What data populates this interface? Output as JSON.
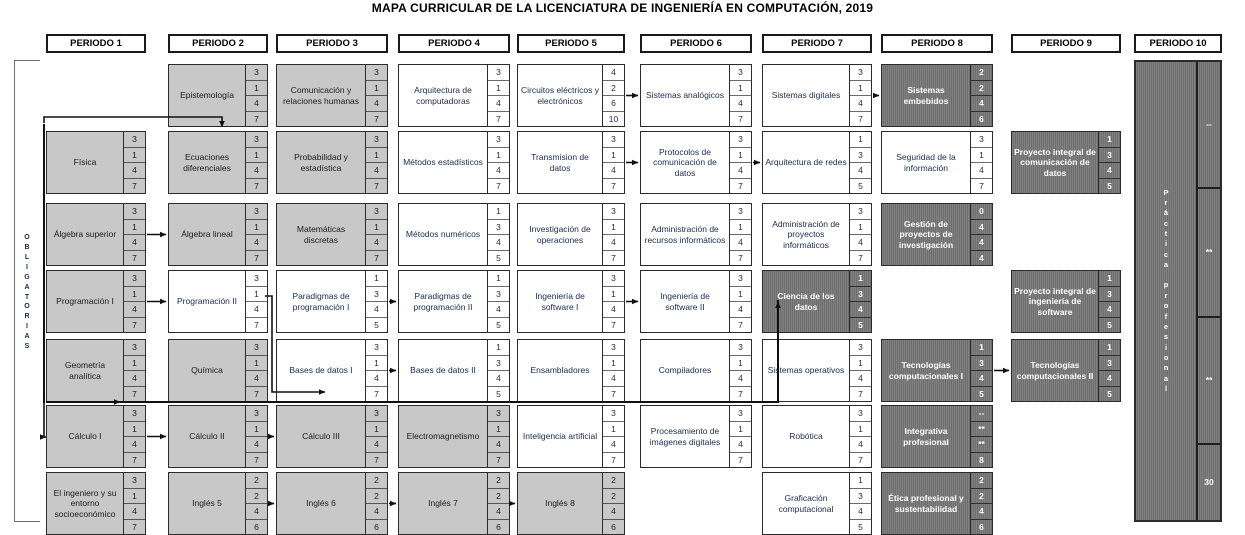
{
  "title": "MAPA CURRICULAR DE LA LICENCIATURA DE INGENIERÍA EN COMPUTACIÓN, 2019",
  "periods": [
    {
      "label": "PERIODO 1"
    },
    {
      "label": "PERIODO 2"
    },
    {
      "label": "PERIODO 3"
    },
    {
      "label": "PERIODO 4"
    },
    {
      "label": "PERIODO 5"
    },
    {
      "label": "PERIODO 6"
    },
    {
      "label": "PERIODO 7"
    },
    {
      "label": "PERIODO 8"
    },
    {
      "label": "PERIODO 9"
    },
    {
      "label": "PERIODO 10"
    }
  ],
  "obligatorias_label": "OBLIGATORIAS",
  "obligatorias_letters": [
    "O",
    "B",
    "L",
    "I",
    "G",
    "A",
    "T",
    "O",
    "R",
    "I",
    "A",
    "S"
  ],
  "practica": {
    "name": "Práctica profesional",
    "letters": [
      "P",
      "r",
      "á",
      "c",
      "t",
      "i",
      "c",
      "a",
      "",
      "p",
      "r",
      "o",
      "f",
      "e",
      "s",
      "i",
      "o",
      "n",
      "a",
      "l"
    ],
    "credits": [
      "--",
      "**",
      "**",
      "30"
    ]
  },
  "courses": [
    {
      "id": "epistemologia",
      "name": "Epistemología",
      "period": 2,
      "row": 1,
      "fill": "gray",
      "credits": [
        "3",
        "1",
        "4",
        "7"
      ]
    },
    {
      "id": "comunicacion",
      "name": "Comunicación y relaciones humanas",
      "period": 3,
      "row": 1,
      "fill": "gray",
      "credits": [
        "3",
        "1",
        "4",
        "7"
      ]
    },
    {
      "id": "arq-computadoras",
      "name": "Arquitectura de computadoras",
      "period": 4,
      "row": 1,
      "fill": "white",
      "credits": [
        "3",
        "1",
        "4",
        "7"
      ]
    },
    {
      "id": "circuitos",
      "name": "Circuitos eléctricos y electrónicos",
      "period": 5,
      "row": 1,
      "fill": "white",
      "credits": [
        "4",
        "2",
        "6",
        "10"
      ]
    },
    {
      "id": "sist-analogicos",
      "name": "Sistemas analógicos",
      "period": 6,
      "row": 1,
      "fill": "white",
      "credits": [
        "3",
        "1",
        "4",
        "7"
      ]
    },
    {
      "id": "sist-digitales",
      "name": "Sistemas digitales",
      "period": 7,
      "row": 1,
      "fill": "white",
      "credits": [
        "3",
        "1",
        "4",
        "7"
      ]
    },
    {
      "id": "sist-embebidos",
      "name": "Sistemas embebidos",
      "period": 8,
      "row": 1,
      "fill": "dark",
      "credits": [
        "2",
        "2",
        "4",
        "6"
      ]
    },
    {
      "id": "fisica",
      "name": "Física",
      "period": 1,
      "row": 2,
      "fill": "gray",
      "credits": [
        "3",
        "1",
        "4",
        "7"
      ]
    },
    {
      "id": "ecuaciones",
      "name": "Ecuaciones diferenciales",
      "period": 2,
      "row": 2,
      "fill": "gray",
      "credits": [
        "3",
        "1",
        "4",
        "7"
      ]
    },
    {
      "id": "probabilidad",
      "name": "Probabilidad y estadística",
      "period": 3,
      "row": 2,
      "fill": "gray",
      "credits": [
        "3",
        "1",
        "4",
        "7"
      ]
    },
    {
      "id": "met-estadisticos",
      "name": "Métodos estadísticos",
      "period": 4,
      "row": 2,
      "fill": "white",
      "credits": [
        "3",
        "1",
        "4",
        "7"
      ]
    },
    {
      "id": "transmision",
      "name": "Transmision de datos",
      "period": 5,
      "row": 2,
      "fill": "white",
      "credits": [
        "3",
        "1",
        "4",
        "7"
      ]
    },
    {
      "id": "protocolos",
      "name": "Protocolos de comunicación de datos",
      "period": 6,
      "row": 2,
      "fill": "white",
      "credits": [
        "3",
        "1",
        "4",
        "7"
      ]
    },
    {
      "id": "arq-redes",
      "name": "Arquitectura de redes",
      "period": 7,
      "row": 2,
      "fill": "white",
      "credits": [
        "1",
        "3",
        "4",
        "5"
      ]
    },
    {
      "id": "seguridad",
      "name": "Seguridad de la información",
      "period": 8,
      "row": 2,
      "fill": "white",
      "credits": [
        "3",
        "1",
        "4",
        "7"
      ]
    },
    {
      "id": "proy-comunicacion",
      "name": "Proyecto integral de comunicación de datos",
      "period": 9,
      "row": 2,
      "fill": "dark",
      "credits": [
        "1",
        "3",
        "4",
        "5"
      ]
    },
    {
      "id": "algebra-superior",
      "name": "Álgebra superior",
      "period": 1,
      "row": 3,
      "fill": "gray",
      "credits": [
        "3",
        "1",
        "4",
        "7"
      ]
    },
    {
      "id": "algebra-lineal",
      "name": "Álgebra lineal",
      "period": 2,
      "row": 3,
      "fill": "gray",
      "credits": [
        "3",
        "1",
        "4",
        "7"
      ]
    },
    {
      "id": "mat-discretas",
      "name": "Matemáticas discretas",
      "period": 3,
      "row": 3,
      "fill": "gray",
      "credits": [
        "3",
        "1",
        "4",
        "7"
      ]
    },
    {
      "id": "met-numericos",
      "name": "Métodos numéricos",
      "period": 4,
      "row": 3,
      "fill": "white",
      "credits": [
        "1",
        "3",
        "4",
        "5"
      ]
    },
    {
      "id": "inv-operaciones",
      "name": "Investigación de operaciones",
      "period": 5,
      "row": 3,
      "fill": "white",
      "credits": [
        "3",
        "1",
        "4",
        "7"
      ]
    },
    {
      "id": "admin-recursos",
      "name": "Administración de recursos informáticos",
      "period": 6,
      "row": 3,
      "fill": "white",
      "credits": [
        "3",
        "1",
        "4",
        "7"
      ]
    },
    {
      "id": "admin-proyectos",
      "name": "Administración de proyectos informáticos",
      "period": 7,
      "row": 3,
      "fill": "white",
      "credits": [
        "3",
        "1",
        "4",
        "7"
      ]
    },
    {
      "id": "gestion-proyectos",
      "name": "Gestión de proyectos de investigación",
      "period": 8,
      "row": 3,
      "fill": "dark",
      "credits": [
        "0",
        "4",
        "4",
        "4"
      ]
    },
    {
      "id": "programacion-1",
      "name": "Programación I",
      "period": 1,
      "row": 4,
      "fill": "gray",
      "credits": [
        "3",
        "1",
        "4",
        "7"
      ]
    },
    {
      "id": "programacion-2",
      "name": "Programación II",
      "period": 2,
      "row": 4,
      "fill": "white",
      "credits": [
        "3",
        "1",
        "4",
        "7"
      ]
    },
    {
      "id": "paradigmas-1",
      "name": "Paradigmas de programación I",
      "period": 3,
      "row": 4,
      "fill": "white",
      "credits": [
        "1",
        "3",
        "4",
        "5"
      ]
    },
    {
      "id": "paradigmas-2",
      "name": "Paradigmas de programación II",
      "period": 4,
      "row": 4,
      "fill": "white",
      "credits": [
        "1",
        "3",
        "4",
        "5"
      ]
    },
    {
      "id": "ing-software-1",
      "name": "Ingeniería de software I",
      "period": 5,
      "row": 4,
      "fill": "white",
      "credits": [
        "3",
        "1",
        "4",
        "7"
      ]
    },
    {
      "id": "ing-software-2",
      "name": "Ingeniería de software II",
      "period": 6,
      "row": 4,
      "fill": "white",
      "credits": [
        "3",
        "1",
        "4",
        "7"
      ]
    },
    {
      "id": "ciencia-datos",
      "name": "Ciencia de los datos",
      "period": 7,
      "row": 4,
      "fill": "dark",
      "credits": [
        "1",
        "3",
        "4",
        "5"
      ]
    },
    {
      "id": "proy-ing-software",
      "name": "Proyecto integral de ingeniería de software",
      "period": 9,
      "row": 4,
      "fill": "dark",
      "credits": [
        "1",
        "3",
        "4",
        "5"
      ]
    },
    {
      "id": "geometria",
      "name": "Geometría analítica",
      "period": 1,
      "row": 5,
      "fill": "gray",
      "credits": [
        "3",
        "1",
        "4",
        "7"
      ]
    },
    {
      "id": "quimica",
      "name": "Química",
      "period": 2,
      "row": 5,
      "fill": "gray",
      "credits": [
        "3",
        "1",
        "4",
        "7"
      ]
    },
    {
      "id": "bd-1",
      "name": "Bases de datos I",
      "period": 3,
      "row": 5,
      "fill": "white",
      "credits": [
        "3",
        "1",
        "4",
        "7"
      ]
    },
    {
      "id": "bd-2",
      "name": "Bases de datos II",
      "period": 4,
      "row": 5,
      "fill": "white",
      "credits": [
        "1",
        "3",
        "4",
        "5"
      ]
    },
    {
      "id": "ensambladores",
      "name": "Ensambladores",
      "period": 5,
      "row": 5,
      "fill": "white",
      "credits": [
        "3",
        "1",
        "4",
        "7"
      ]
    },
    {
      "id": "compiladores",
      "name": "Compiladores",
      "period": 6,
      "row": 5,
      "fill": "white",
      "credits": [
        "3",
        "1",
        "4",
        "7"
      ]
    },
    {
      "id": "sist-operativos",
      "name": "Sistemas operativos",
      "period": 7,
      "row": 5,
      "fill": "white",
      "credits": [
        "3",
        "1",
        "4",
        "7"
      ]
    },
    {
      "id": "tec-comp-1",
      "name": "Tecnologías computacionales I",
      "period": 8,
      "row": 5,
      "fill": "dark",
      "credits": [
        "1",
        "3",
        "4",
        "5"
      ]
    },
    {
      "id": "tec-comp-2",
      "name": "Tecnologías computacionales II",
      "period": 9,
      "row": 5,
      "fill": "dark",
      "credits": [
        "1",
        "3",
        "4",
        "5"
      ]
    },
    {
      "id": "calculo-1",
      "name": "Cálculo I",
      "period": 1,
      "row": 6,
      "fill": "gray",
      "credits": [
        "3",
        "1",
        "4",
        "7"
      ]
    },
    {
      "id": "calculo-2",
      "name": "Cálculo II",
      "period": 2,
      "row": 6,
      "fill": "gray",
      "credits": [
        "3",
        "1",
        "4",
        "7"
      ]
    },
    {
      "id": "calculo-3",
      "name": "Cálculo III",
      "period": 3,
      "row": 6,
      "fill": "gray",
      "credits": [
        "3",
        "1",
        "4",
        "7"
      ]
    },
    {
      "id": "electromagnetismo",
      "name": "Electromagnetismo",
      "period": 4,
      "row": 6,
      "fill": "gray",
      "credits": [
        "3",
        "1",
        "4",
        "7"
      ]
    },
    {
      "id": "ia",
      "name": "Inteligencia artificial",
      "period": 5,
      "row": 6,
      "fill": "white",
      "credits": [
        "3",
        "1",
        "4",
        "7"
      ]
    },
    {
      "id": "proc-imagenes",
      "name": "Procesamiento de imágenes digitales",
      "period": 6,
      "row": 6,
      "fill": "white",
      "credits": [
        "3",
        "1",
        "4",
        "7"
      ]
    },
    {
      "id": "robotica",
      "name": "Robótica",
      "period": 7,
      "row": 6,
      "fill": "white",
      "credits": [
        "3",
        "1",
        "4",
        "7"
      ]
    },
    {
      "id": "integrativa",
      "name": "Integrativa profesional",
      "period": 8,
      "row": 6,
      "fill": "dark",
      "credits": [
        "--",
        "**",
        "**",
        "8"
      ]
    },
    {
      "id": "ingeniero-entorno",
      "name": "El ingeniero y su entorno socioeconómico",
      "period": 1,
      "row": 7,
      "fill": "gray",
      "credits": [
        "3",
        "1",
        "4",
        "7"
      ]
    },
    {
      "id": "ingles-5",
      "name": "Inglés 5",
      "period": 2,
      "row": 7,
      "fill": "gray",
      "credits": [
        "2",
        "2",
        "4",
        "6"
      ]
    },
    {
      "id": "ingles-6",
      "name": "Inglés 6",
      "period": 3,
      "row": 7,
      "fill": "gray",
      "credits": [
        "2",
        "2",
        "4",
        "6"
      ]
    },
    {
      "id": "ingles-7",
      "name": "Inglés 7",
      "period": 4,
      "row": 7,
      "fill": "gray",
      "credits": [
        "2",
        "2",
        "4",
        "6"
      ]
    },
    {
      "id": "ingles-8",
      "name": "Inglés 8",
      "period": 5,
      "row": 7,
      "fill": "gray",
      "credits": [
        "2",
        "2",
        "4",
        "6"
      ]
    },
    {
      "id": "graficacion",
      "name": "Graficación computacional",
      "period": 7,
      "row": 7,
      "fill": "white",
      "credits": [
        "1",
        "3",
        "4",
        "5"
      ]
    },
    {
      "id": "etica",
      "name": "Ética profesional y sustentabilidad",
      "period": 8,
      "row": 7,
      "fill": "dark",
      "credits": [
        "2",
        "2",
        "4",
        "6"
      ]
    }
  ]
}
